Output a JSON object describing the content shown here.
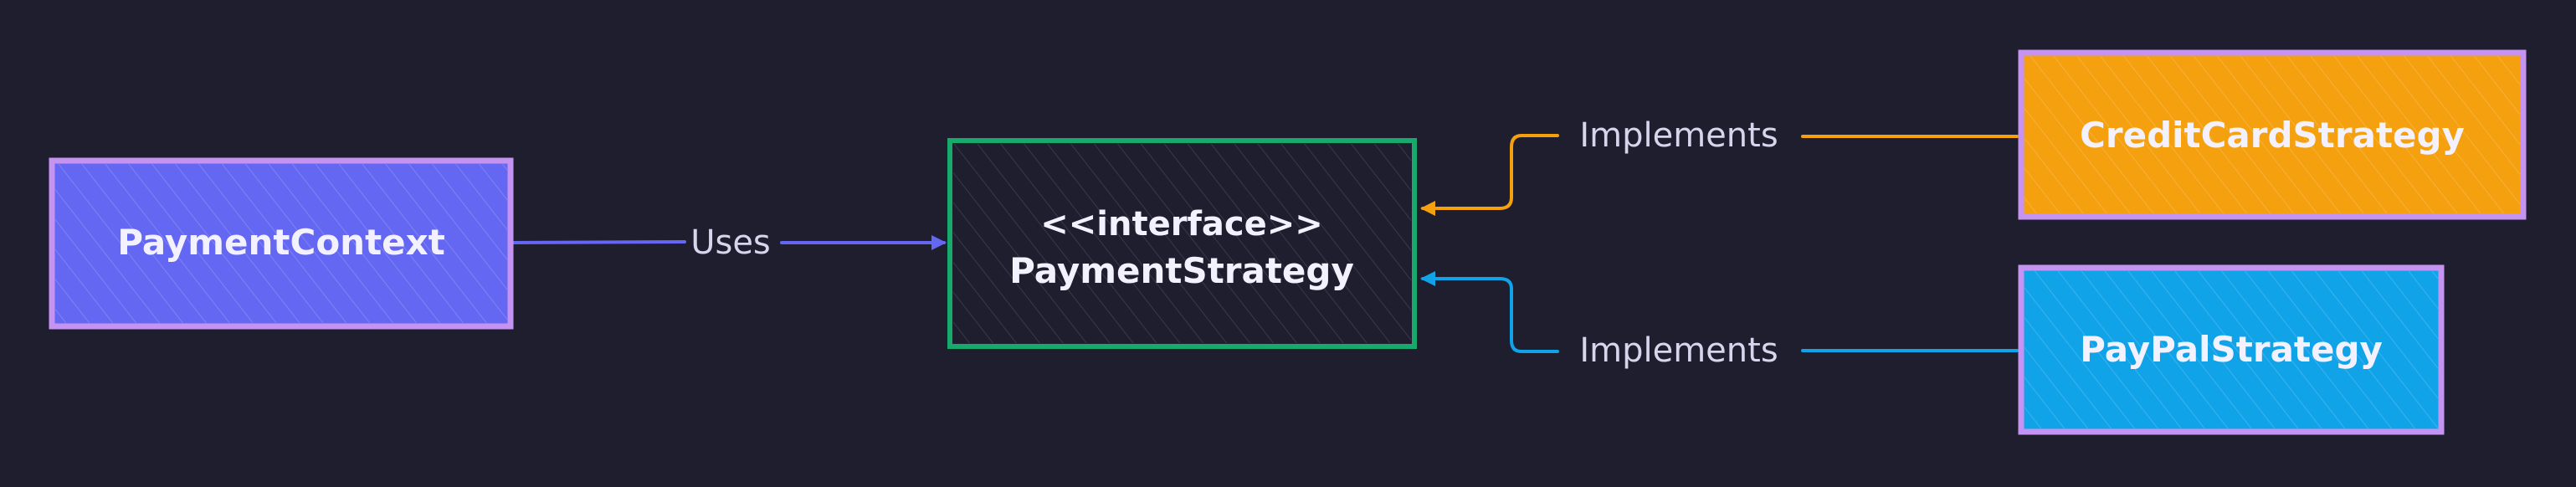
{
  "diagram": {
    "nodes": {
      "payment_context": {
        "label": "PaymentContext"
      },
      "payment_strategy": {
        "stereotype": "<<interface>>",
        "label": "PaymentStrategy"
      },
      "credit_card_strategy": {
        "label": "CreditCardStrategy"
      },
      "paypal_strategy": {
        "label": "PayPalStrategy"
      }
    },
    "edges": {
      "uses": {
        "label": "Uses"
      },
      "implements_credit": {
        "label": "Implements"
      },
      "implements_paypal": {
        "label": "Implements"
      }
    }
  },
  "colors": {
    "background": "#1e1e2e",
    "context_fill": "#6467f2",
    "context_stroke": "#c594f3",
    "interface_fill": "#1e1e2e",
    "interface_stroke": "#18a96d",
    "credit_fill": "#f4a00f",
    "credit_stroke": "#c594f3",
    "paypal_fill": "#10a3e8",
    "paypal_stroke": "#c594f3",
    "uses_arrow": "#6467f2",
    "credit_arrow": "#f4a00f",
    "paypal_arrow": "#10a3e8",
    "node_text": "#f4f1ff",
    "edge_text": "#d7d4ec"
  }
}
